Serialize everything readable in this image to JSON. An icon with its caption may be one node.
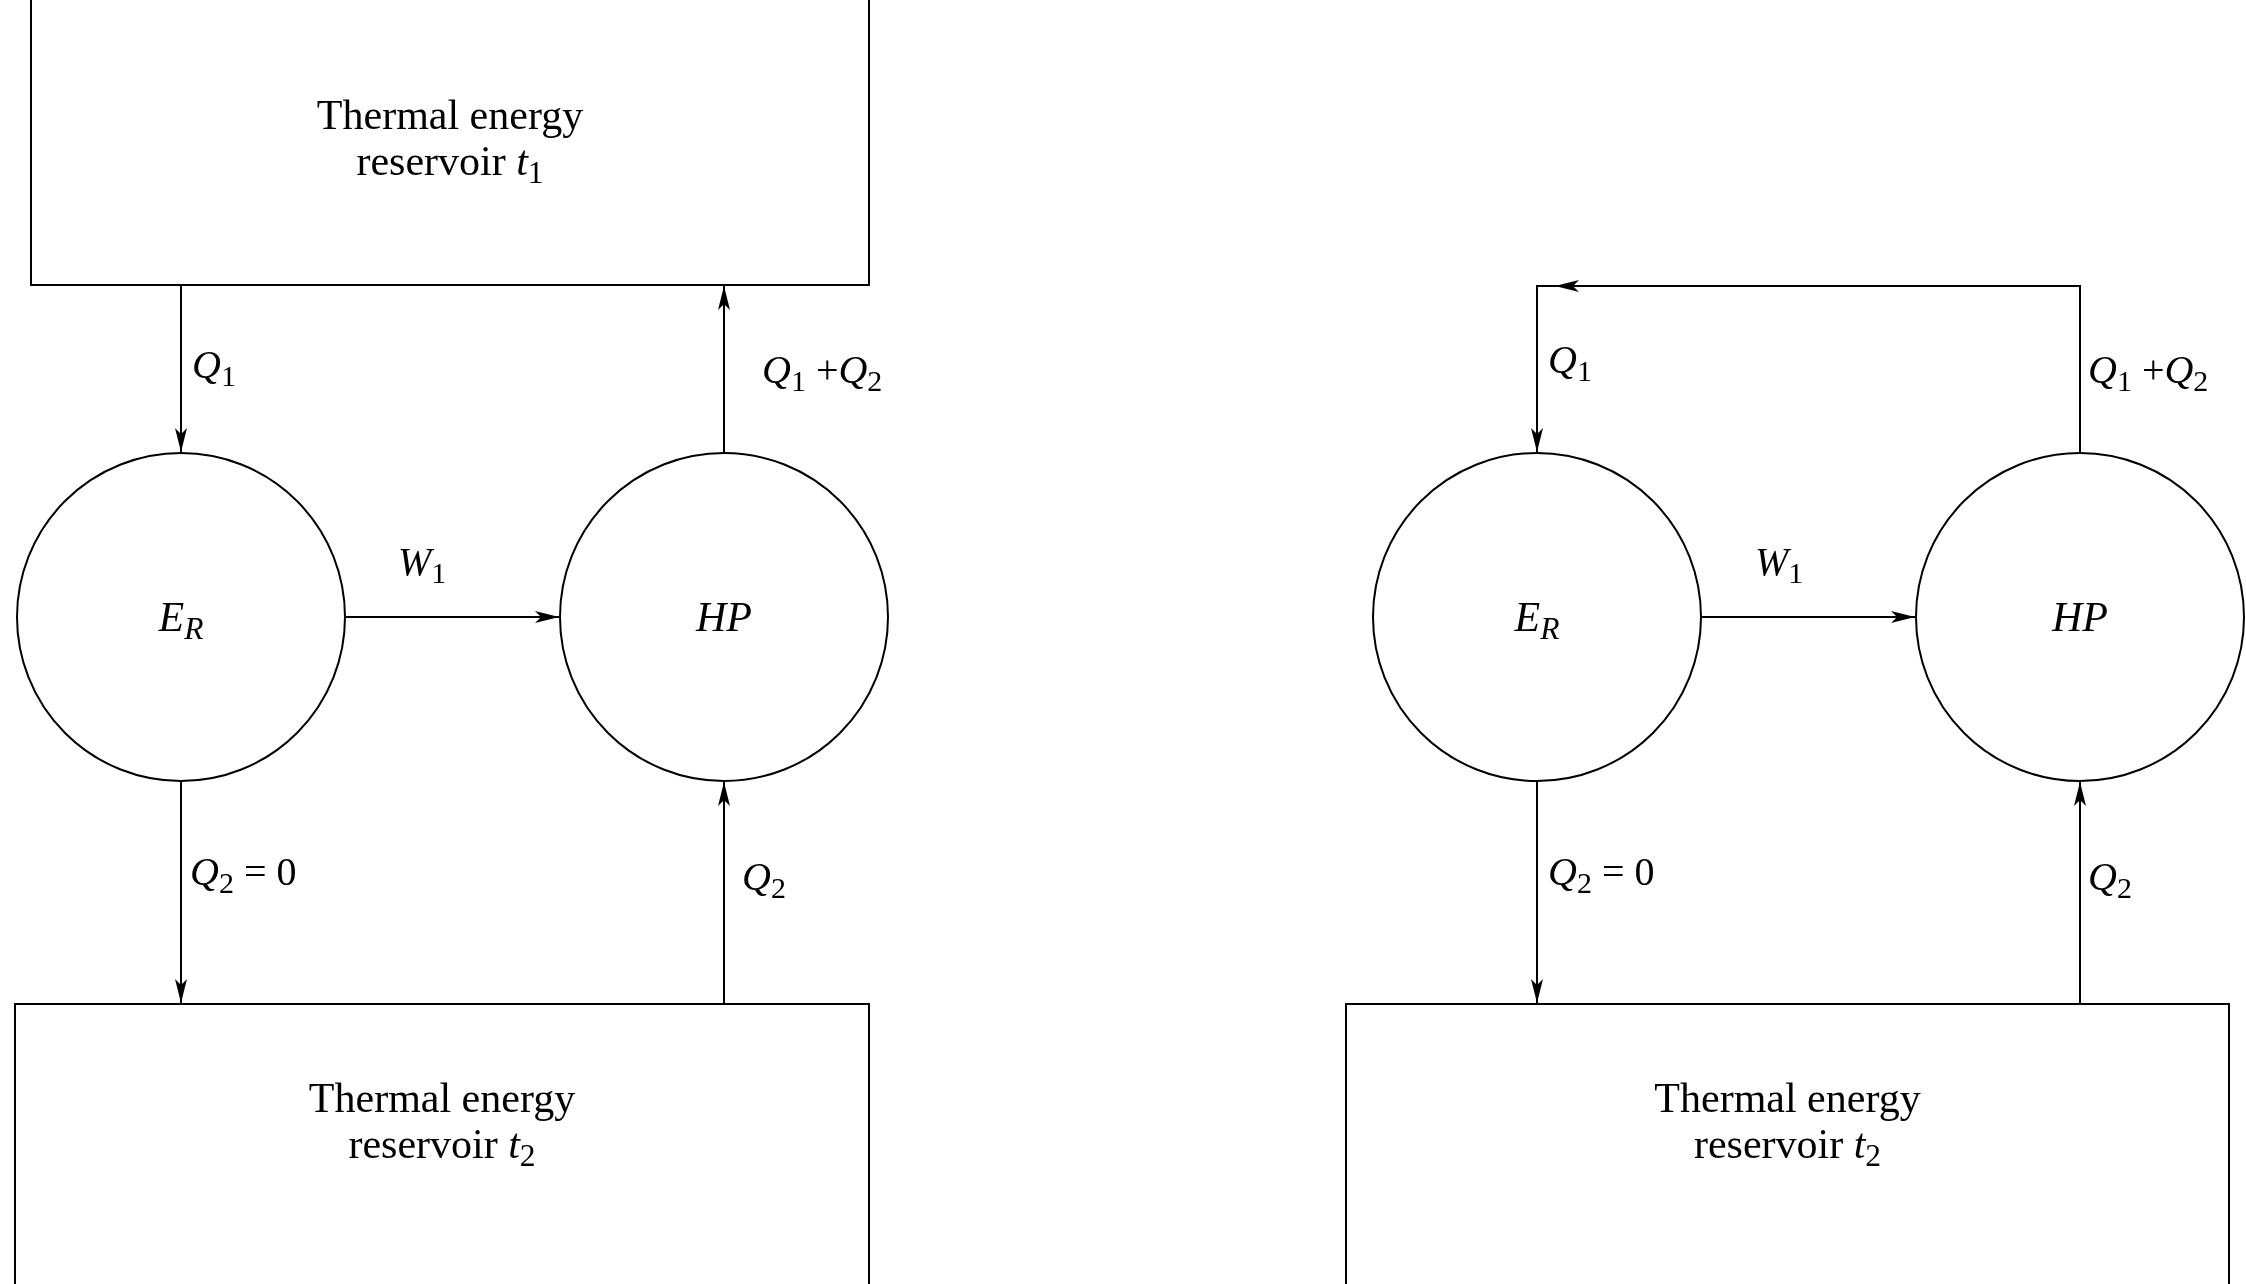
{
  "diagram": {
    "nodes": [
      {
        "text": [
          "Thermal energy reservoir *t*$_{1}$"
        ]
      },
      {
        "text": [
          "E$_{R}$"
        ]
      },
      {
        "text": [
          "HP"
        ]
      },
      {
        "text": [
          "Thermal energy reservoir *t*$_{2}$"
        ]
      },
      {
        "text": [
          "E$_{R}$"
        ]
      },
      {
        "text": [
          "HP"
        ]
      },
      {
        "text": [
          "Thermal energy reservoir *t*$_{2}$"
        ]
      }
    ],
    "edges": [
      {
        "from": 0,
        "to": 1,
        "arrow": "to",
        "label": "*Q*$_{1}$"
      },
      {
        "from": 2,
        "to": 0,
        "arrow": "to",
        "label": "*Q*$_{1}$ +*Q*$_{2}$"
      },
      {
        "from": 1,
        "to": 2,
        "arrow": "to",
        "label": "*W*$_{1}$"
      },
      {
        "from": 1,
        "to": 3,
        "arrow": "to",
        "label": "*Q*$_{2}$ = 0"
      },
      {
        "from": 3,
        "to": 2,
        "arrow": "to",
        "label": "*Q*$_{2}$"
      },
      {
        "from": 5,
        "to": 4,
        "arrow": "to",
        "label": "*Q*$_{1}$ +*Q*$_{2}$"
      },
      {
        "from": 4,
        "to": 5,
        "arrow": "to",
        "label": "*W*$_{1}$"
      },
      {
        "from": 4,
        "to": 6,
        "arrow": "to",
        "label": "*Q*$_{2}$ = 0"
      },
      {
        "from": 6,
        "to": 5,
        "arrow": "to",
        "label": "*Q*$_{2}$"
      }
    ],
    "labels": [
      "*Q*$_{1}$"
    ]
  }
}
